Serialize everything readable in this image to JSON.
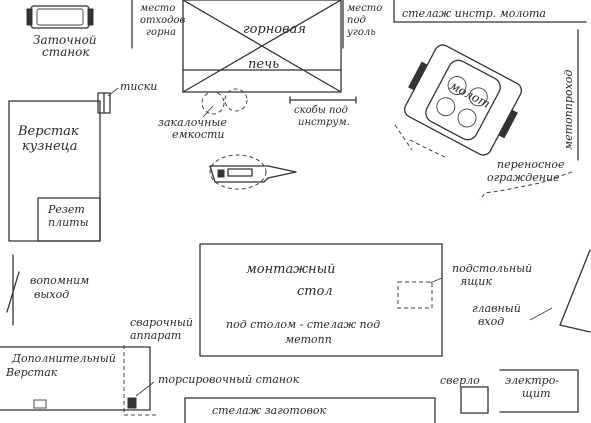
{
  "labels": {
    "sharpening_machine": [
      "Заточной",
      "станок"
    ],
    "slag_place": [
      "место",
      "отходов",
      "горна"
    ],
    "forge": "горновая",
    "furnace": "печь",
    "coal_place": [
      "место",
      "под",
      "уголь"
    ],
    "tool_rack": "стелаж инстр. молота",
    "vise": "тиски",
    "quench_tanks": [
      "закалочные",
      "емкости"
    ],
    "tool_brackets": [
      "скобы под",
      "инструм."
    ],
    "hammer": "молот",
    "hammer_aisle": "метоппроход",
    "blacksmith_bench": [
      "Верстак",
      "кузнеца"
    ],
    "slab_cut": [
      "Резет",
      "плиты"
    ],
    "portable_guard": [
      "переносное",
      "ограждение"
    ],
    "emergency_exit": [
      "вопомним",
      "выход"
    ],
    "assembly_table": [
      "монтажный",
      "стол"
    ],
    "under_table_rack": [
      "под столом - стелаж под",
      "метопп"
    ],
    "pedestal_box": [
      "подстольный",
      "ящик"
    ],
    "welding_unit": [
      "сварочный",
      "аппарат"
    ],
    "main_entrance": [
      "главный",
      "вход"
    ],
    "extra_bench": [
      "Дополнительный",
      "Верстак"
    ],
    "grinding_machine": "торсировочный станок",
    "drill": "сверло",
    "electrical_panel": [
      "электро-",
      "щит"
    ],
    "blanks_rack": "стелаж заготовок"
  }
}
